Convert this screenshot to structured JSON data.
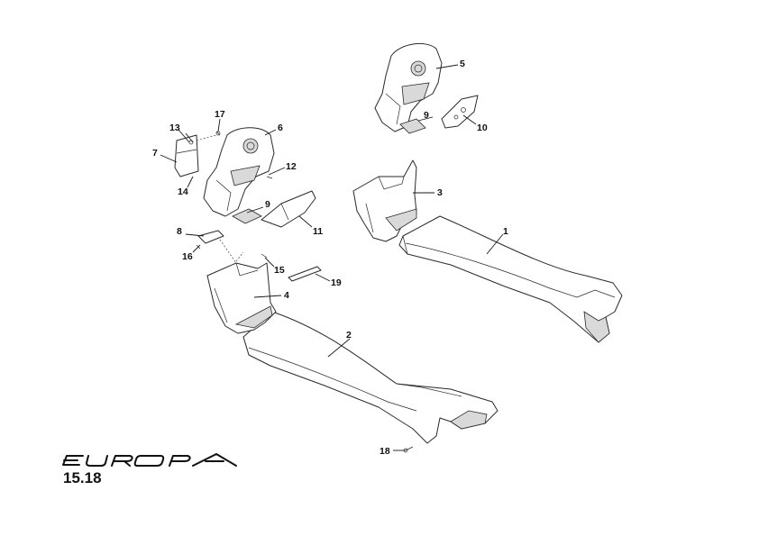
{
  "logo": {
    "text": "EUROPA"
  },
  "page_ref": "15.18",
  "callouts": {
    "c1": "1",
    "c2": "2",
    "c3": "3",
    "c4": "4",
    "c5": "5",
    "c6": "6",
    "c7": "7",
    "c8": "8",
    "c9a": "9",
    "c9b": "9",
    "c10": "10",
    "c11": "11",
    "c12": "12",
    "c13": "13",
    "c14": "14",
    "c15": "15",
    "c16": "16",
    "c17": "17",
    "c18": "18",
    "c19": "19"
  },
  "colors": {
    "line": "#2a2a2a",
    "shade": "#d9d9d9",
    "background": "#ffffff"
  }
}
